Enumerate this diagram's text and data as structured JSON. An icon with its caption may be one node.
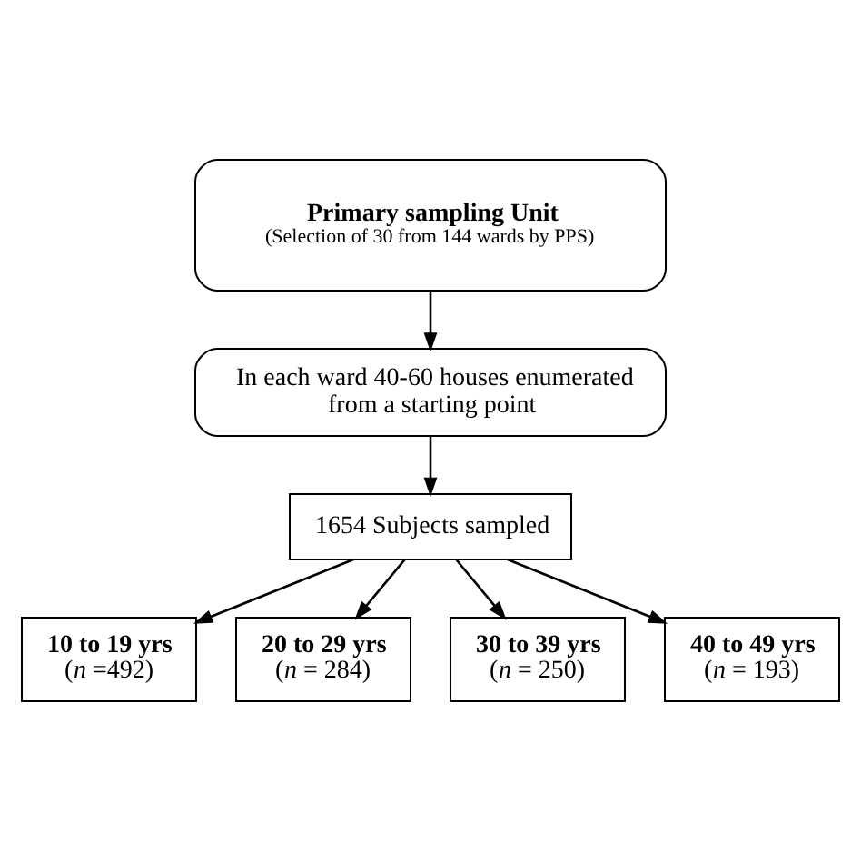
{
  "diagram": {
    "nodes": [
      {
        "text": [
          "Primary sampling Unit",
          "(Selection of 30 from 144 wards by PPS)"
        ]
      },
      {
        "text": [
          "In each ward 40-60 houses enumerated from a starting point"
        ]
      },
      {
        "text": [
          "1654 Subjects sampled"
        ]
      },
      {
        "text": [
          "10 to 19 yrs",
          "(*n* =492)"
        ]
      },
      {
        "text": [
          "20 to 29 yrs",
          "(*n* = 284)"
        ]
      },
      {
        "text": [
          "30 to 39 yrs",
          "(*n* = 250)"
        ]
      },
      {
        "text": [
          "40 to 49 yrs",
          "(*n* = 193)"
        ]
      }
    ],
    "edges": [
      {
        "from": 0,
        "to": 1,
        "arrow": "to"
      },
      {
        "from": 1,
        "to": 2,
        "arrow": "to"
      },
      {
        "from": 2,
        "to": 3,
        "arrow": "to"
      },
      {
        "from": 2,
        "to": 4,
        "arrow": "to"
      },
      {
        "from": 2,
        "to": 5,
        "arrow": "to"
      },
      {
        "from": 2,
        "to": 6,
        "arrow": "to"
      }
    ]
  }
}
